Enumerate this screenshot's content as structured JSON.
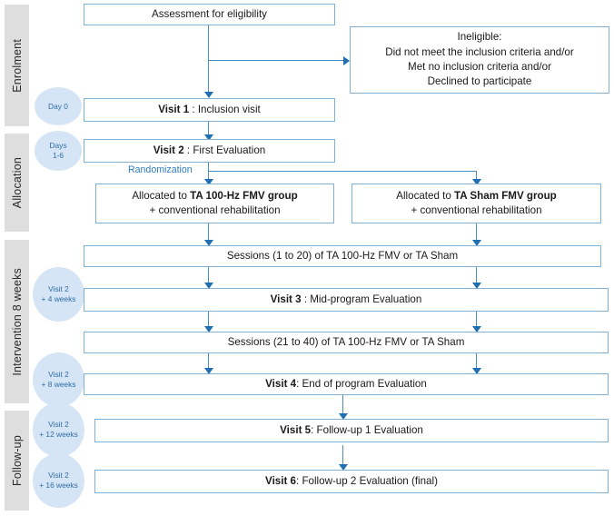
{
  "diagram": {
    "title": "Clinical trial CONSORT participant flow diagram",
    "accent_box_border": "#7fb0d8",
    "accent_line": "#4a8fc4",
    "badge_fill": "#d6e5f5",
    "badge_text": "#2e6da8",
    "band_fill": "#dedede"
  },
  "phases": [
    {
      "label": "Enrolment"
    },
    {
      "label": "Allocation"
    },
    {
      "label": "Intervention 8 weeks"
    },
    {
      "label": "Follow-up"
    }
  ],
  "badges": [
    {
      "line1": "Day 0",
      "line2": ""
    },
    {
      "line1": "Days",
      "line2": "1-6"
    },
    {
      "line1": "Visit 2",
      "line2": "+ 4 weeks"
    },
    {
      "line1": "Visit 2",
      "line2": "+ 8 weeks"
    },
    {
      "line1": "Visit 2",
      "line2": "+ 12 weeks"
    },
    {
      "line1": "Visit 2",
      "line2": "+ 16 weeks"
    }
  ],
  "boxes": {
    "assessment": {
      "line1": "Assessment for eligibility"
    },
    "ineligible": {
      "line1": "Ineligible:",
      "line2": "Did not meet the inclusion criteria and/or",
      "line3": "Met no inclusion criteria and/or",
      "line4": "Declined to participate"
    },
    "visit1": {
      "bold": "Visit 1",
      "rest": " : Inclusion visit"
    },
    "visit2": {
      "bold": "Visit 2",
      "rest": " : First Evaluation"
    },
    "alloc_active": {
      "prefix": "Allocated to ",
      "bold": "TA 100-Hz FMV group",
      "line2": "+ conventional rehabilitation"
    },
    "alloc_sham": {
      "prefix": "Allocated to ",
      "bold": "TA Sham FMV group",
      "line2": "+ conventional rehabilitation"
    },
    "sessions1": {
      "line1": "Sessions (1 to 20) of TA 100-Hz FMV or TA Sham"
    },
    "visit3": {
      "bold": "Visit 3",
      "rest": " : Mid-program Evaluation"
    },
    "sessions2": {
      "line1": "Sessions (21 to 40) of TA 100-Hz FMV or TA Sham"
    },
    "visit4": {
      "bold": "Visit 4",
      "rest": ": End of program Evaluation"
    },
    "visit5": {
      "bold": "Visit 5",
      "rest": ": Follow-up 1 Evaluation"
    },
    "visit6": {
      "bold": "Visit 6",
      "rest": ": Follow-up 2 Evaluation (final)"
    }
  },
  "labels": {
    "randomization": "Randomization"
  }
}
